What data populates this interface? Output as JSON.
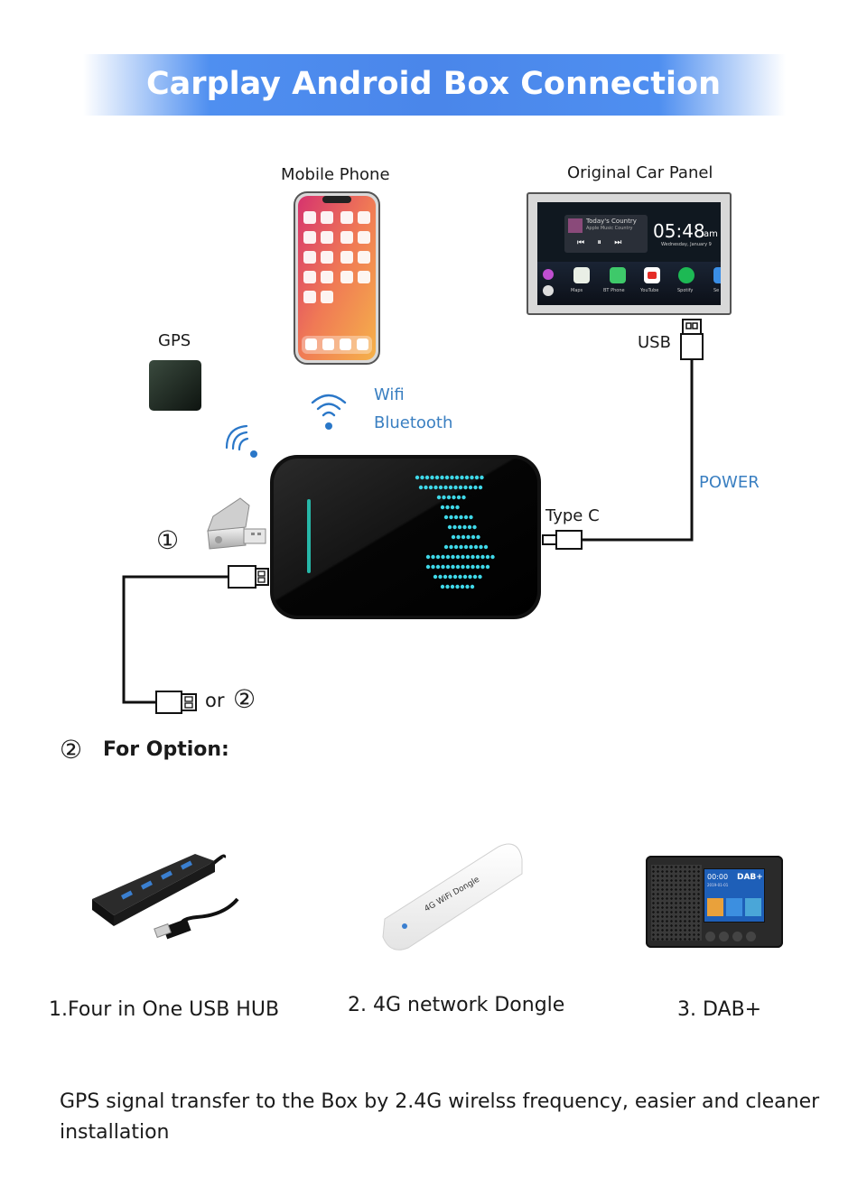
{
  "banner": {
    "title": "Carplay Android Box Connection"
  },
  "diagram": {
    "mobile_phone": "Mobile Phone",
    "car_panel": "Original Car Panel",
    "car_screen": {
      "station": "Today's Country",
      "station_sub": "Apple Music Country",
      "time": "05:48",
      "ampm": "am",
      "date": "Wednesday, January 9",
      "apps": [
        "Maps",
        "BT Phone",
        "YouTube",
        "Spotify",
        "Se"
      ]
    },
    "usb": "USB",
    "gps": "GPS",
    "wifi": "Wifi",
    "bluetooth": "Bluetooth",
    "power": "POWER",
    "type_c": "Type C",
    "marker_1": "①",
    "or_text": "or",
    "marker_2": "②"
  },
  "options": {
    "marker": "②",
    "title": "For  Option:",
    "items": [
      {
        "caption": "1.Four in One USB HUB"
      },
      {
        "caption": "2. 4G network Dongle",
        "device_text": "4G WiFi Dongle"
      },
      {
        "caption": "3.  DAB+",
        "screen_time": "00:00",
        "screen_date": "2019-01-01",
        "logo": "DAB+"
      }
    ]
  },
  "footer": {
    "text": "GPS signal transfer to the Box by 2.4G wirelss frequency, easier and cleaner installation"
  },
  "colors": {
    "banner": "#4a86ea",
    "label_blue": "#3a7fc1",
    "led_cyan": "#3fd8e8"
  }
}
